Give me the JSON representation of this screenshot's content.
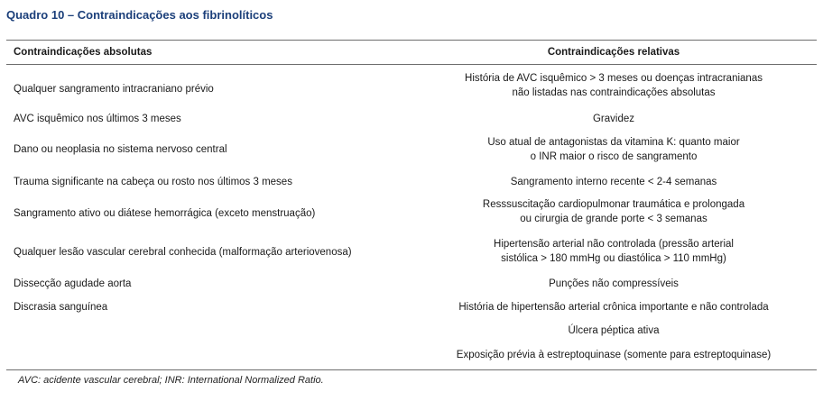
{
  "title": {
    "label": "Quadro 10",
    "rest": " – Contraindicações aos fibrinolíticos"
  },
  "headers": {
    "absolutas": "Contraindicações absolutas",
    "relativas": "Contraindicações relativas"
  },
  "absolutas": [
    "Qualquer sangramento intracraniano prévio",
    "AVC isquêmico nos últimos 3 meses",
    "Dano ou neoplasia no sistema nervoso central",
    "Trauma significante na cabeça ou rosto nos últimos 3 meses",
    "Sangramento ativo ou diátese hemorrágica (exceto menstruação)",
    "Qualquer lesão vascular cerebral conhecida (malformação arteriovenosa)",
    "Dissecção agudade aorta",
    "Discrasia sanguínea"
  ],
  "relativas": [
    [
      "História de AVC isquêmico > 3 meses ou doenças intracranianas",
      "não listadas nas contraindicações absolutas"
    ],
    [
      "Gravidez"
    ],
    [
      "Uso atual de antagonistas da vitamina K: quanto maior",
      "o INR maior o risco de sangramento"
    ],
    [
      "Sangramento interno recente < 2-4 semanas"
    ],
    [
      "Resssuscitação cardiopulmonar traumática e prolongada",
      "ou cirurgia de grande porte < 3 semanas"
    ],
    [
      "Hipertensão arterial não controlada (pressão arterial",
      "sistólica > 180 mmHg ou diastólica > 110 mmHg)"
    ],
    [
      "Punções não compressíveis"
    ],
    [
      "História de hipertensão arterial crônica importante e não controlada"
    ],
    [
      "Úlcera péptica ativa"
    ],
    [
      "Exposição prévia à estreptoquinase (somente para estreptoquinase)"
    ]
  ],
  "footnote": "AVC: acidente vascular cerebral; INR: International Normalized Ratio."
}
